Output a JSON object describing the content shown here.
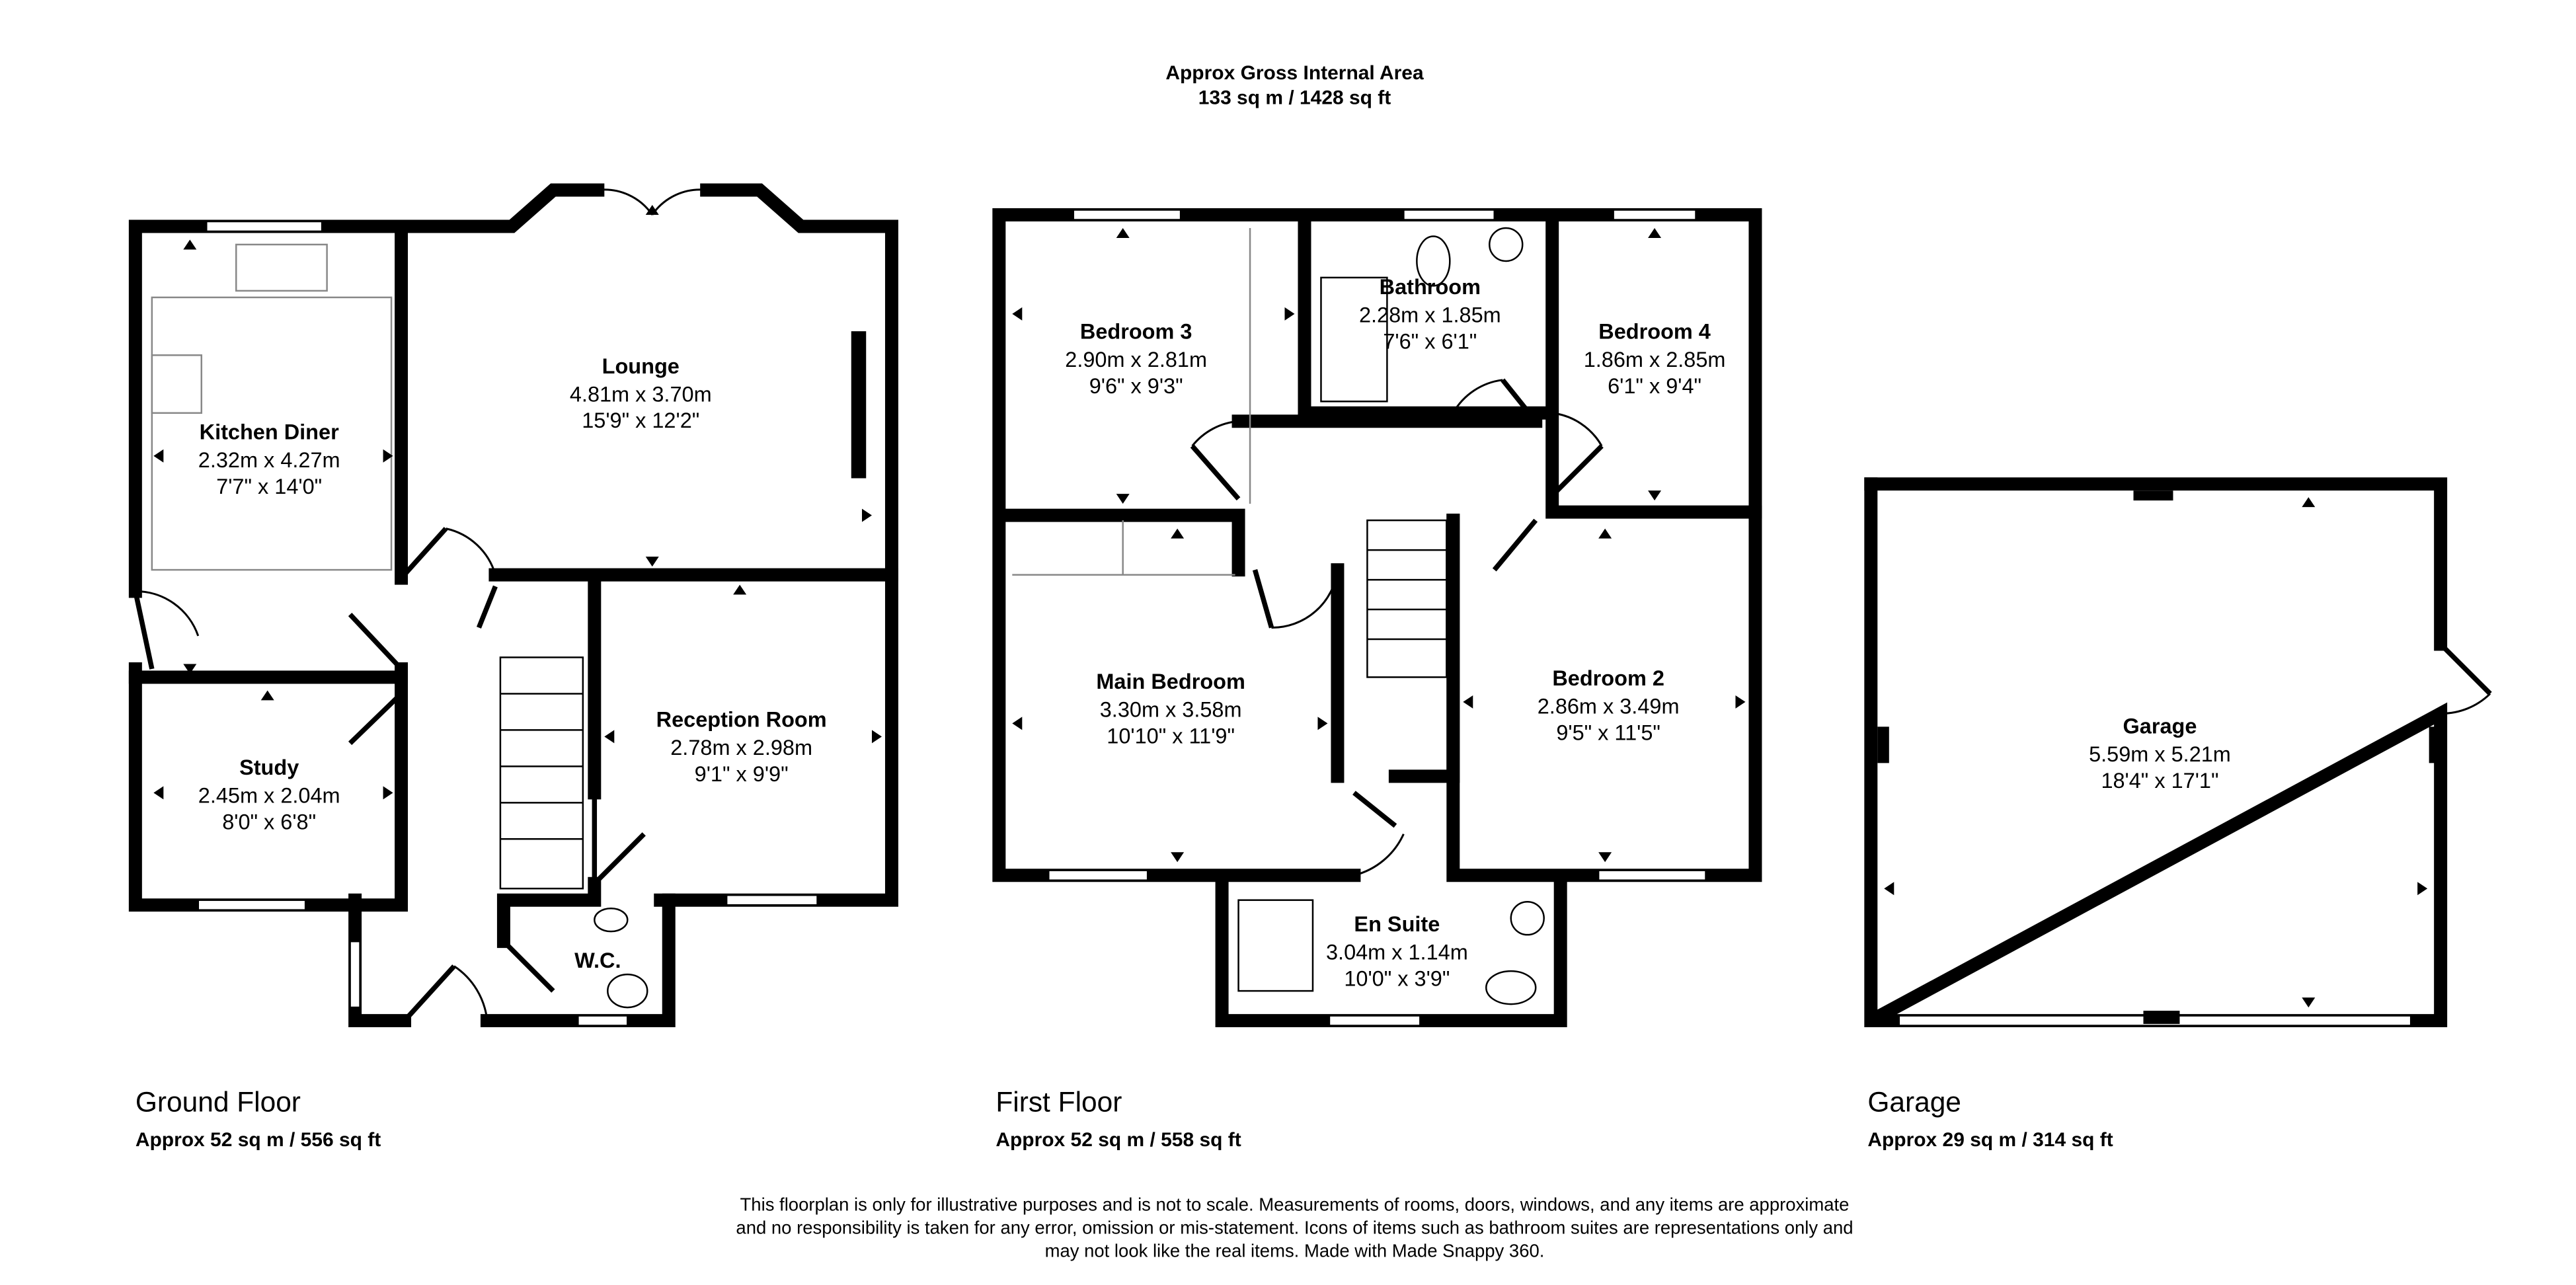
{
  "header": {
    "title": "Approx Gross Internal Area",
    "area": "133 sq m / 1428 sq ft"
  },
  "floors": {
    "ground": {
      "name": "Ground Floor",
      "area": "Approx 52 sq m / 556 sq ft"
    },
    "first": {
      "name": "First Floor",
      "area": "Approx 52 sq m / 558 sq ft"
    },
    "garage": {
      "name": "Garage",
      "area": "Approx 29 sq m / 314 sq ft"
    }
  },
  "rooms": {
    "kitchen": {
      "name": "Kitchen Diner",
      "metric": "2.32m x 4.27m",
      "imperial": "7'7\" x 14'0\""
    },
    "lounge": {
      "name": "Lounge",
      "metric": "4.81m x 3.70m",
      "imperial": "15'9\" x 12'2\""
    },
    "study": {
      "name": "Study",
      "metric": "2.45m x 2.04m",
      "imperial": "8'0\" x 6'8\""
    },
    "reception": {
      "name": "Reception Room",
      "metric": "2.78m x 2.98m",
      "imperial": "9'1\" x 9'9\""
    },
    "wc": {
      "name": "W.C."
    },
    "bedroom3": {
      "name": "Bedroom 3",
      "metric": "2.90m x 2.81m",
      "imperial": "9'6\" x 9'3\""
    },
    "bathroom": {
      "name": "Bathroom",
      "metric": "2.28m x 1.85m",
      "imperial": "7'6\" x 6'1\""
    },
    "bedroom4": {
      "name": "Bedroom 4",
      "metric": "1.86m x 2.85m",
      "imperial": "6'1\" x 9'4\""
    },
    "main_bedroom": {
      "name": "Main Bedroom",
      "metric": "3.30m x 3.58m",
      "imperial": "10'10\" x 11'9\""
    },
    "bedroom2": {
      "name": "Bedroom 2",
      "metric": "2.86m x 3.49m",
      "imperial": "9'5\" x 11'5\""
    },
    "ensuite": {
      "name": "En Suite",
      "metric": "3.04m x 1.14m",
      "imperial": "10'0\" x 3'9\""
    },
    "garage": {
      "name": "Garage",
      "metric": "5.59m x 5.21m",
      "imperial": "18'4\" x 17'1\""
    }
  },
  "disclaimer": [
    "This floorplan is only for illustrative purposes and is not to scale. Measurements of rooms, doors, windows, and any items are approximate",
    "and no responsibility is taken for any error, omission or mis-statement. Icons of items such as bathroom suites are representations only and",
    "may not look like the real items. Made with Made Snappy 360."
  ]
}
